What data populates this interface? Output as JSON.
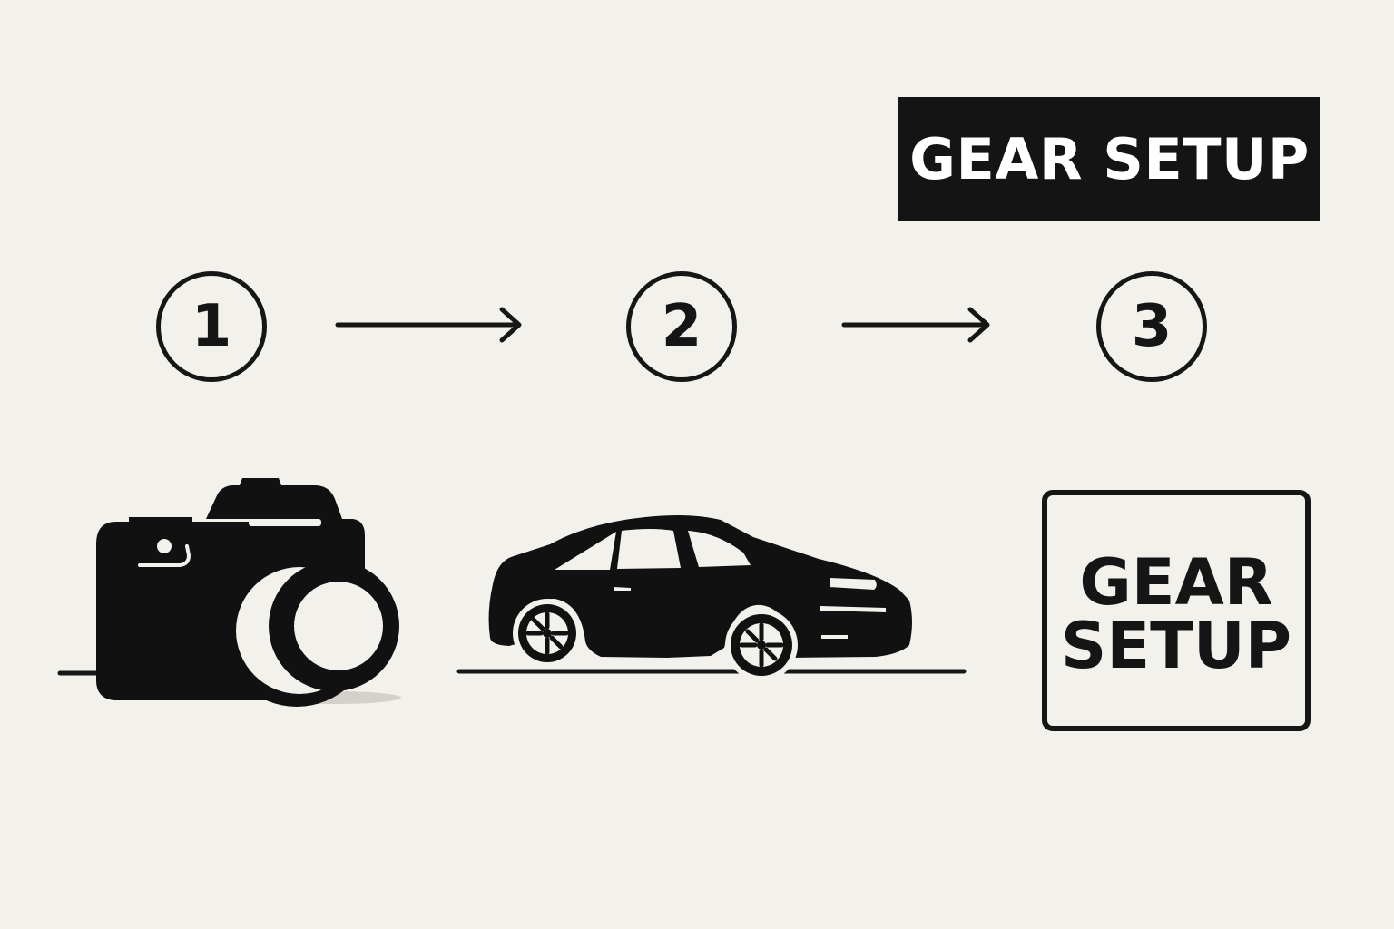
{
  "banner": {
    "title": "GEAR SETUP"
  },
  "steps": [
    {
      "number": "1",
      "icon": "camera-icon"
    },
    {
      "number": "2",
      "icon": "car-icon"
    },
    {
      "number": "3",
      "icon": "gear-setup-sign-icon"
    }
  ],
  "result_box": {
    "line1": "GEAR",
    "line2": "SETUP"
  },
  "colors": {
    "background": "#f3f1ec",
    "ink": "#151515",
    "banner_text": "#ffffff"
  }
}
